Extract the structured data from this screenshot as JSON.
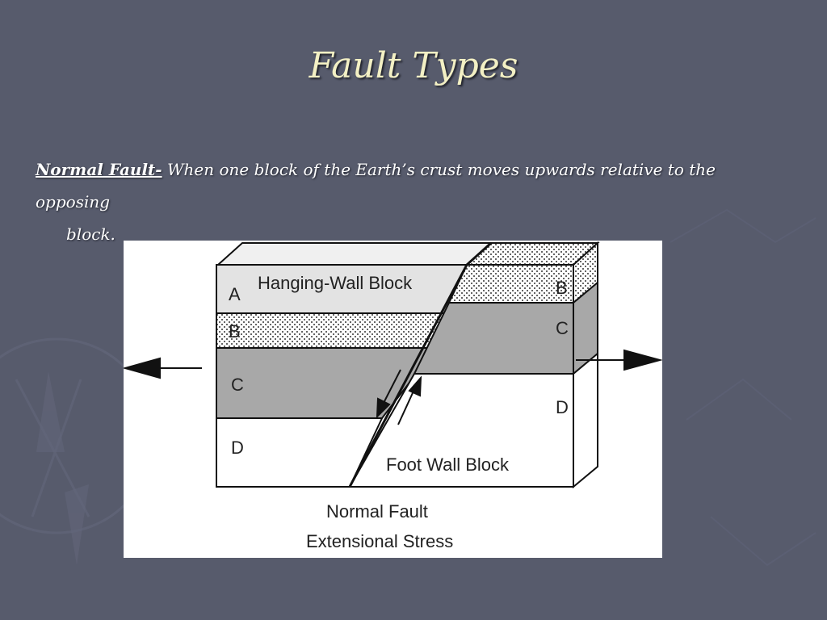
{
  "slide": {
    "title": "Fault Types",
    "term": "Normal Fault-",
    "definition_line1": " When one block of the Earth’s  crust moves upwards relative to the opposing",
    "definition_line2": "block."
  },
  "diagram": {
    "hanging_wall_label": "Hanging-Wall Block",
    "foot_wall_label": "Foot Wall Block",
    "caption_line1": "Normal Fault",
    "caption_line2": "Extensional Stress",
    "left_layers": [
      "A",
      "B",
      "C",
      "D"
    ],
    "right_layers": [
      "B",
      "C",
      "D"
    ]
  },
  "colors": {
    "background": "#575b6c",
    "title": "#f3f0c4",
    "layer_a": "#e3e3e3",
    "layer_c": "#a8a8a8",
    "layer_d": "#ffffff"
  }
}
